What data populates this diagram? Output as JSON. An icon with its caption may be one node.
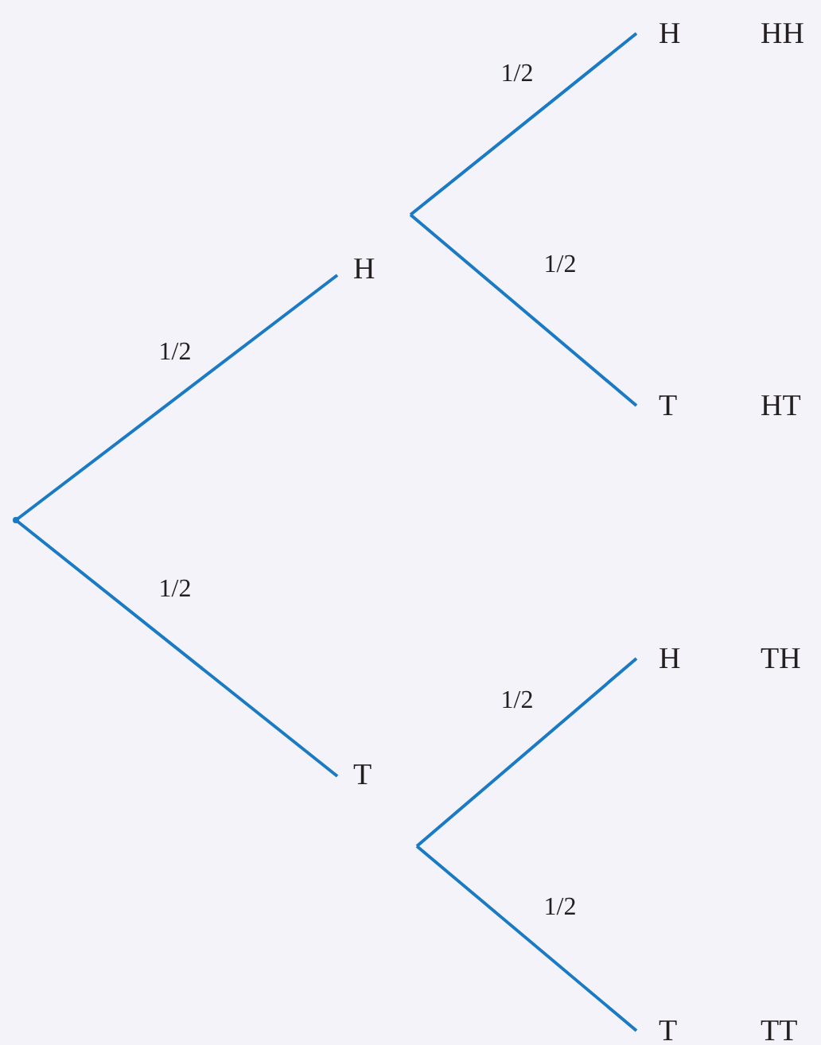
{
  "diagram": {
    "nodes": [
      {
        "text": [],
        "shape": "point"
      },
      {
        "text": [
          "H"
        ]
      },
      {
        "text": [
          "H"
        ],
        "beside": [
          "HH"
        ]
      },
      {
        "text": [
          "T"
        ],
        "beside": [
          "HT"
        ]
      },
      {
        "text": [
          "T"
        ]
      },
      {
        "text": [
          "H"
        ],
        "beside": [
          "TH"
        ]
      },
      {
        "text": [
          "T"
        ],
        "beside": [
          "TT"
        ]
      }
    ],
    "edges": [
      {
        "from": 0,
        "to": 1,
        "arrow": "none",
        "label": "1/2"
      },
      {
        "from": 1,
        "to": 2,
        "arrow": "none",
        "label": "1/2"
      },
      {
        "from": 1,
        "to": 3,
        "arrow": "none",
        "label": "1/2"
      },
      {
        "from": 0,
        "to": 4,
        "arrow": "none",
        "label": "1/2"
      },
      {
        "from": 4,
        "to": 5,
        "arrow": "none",
        "label": "1/2"
      },
      {
        "from": 4,
        "to": 6,
        "arrow": "none",
        "label": "1/2"
      }
    ]
  }
}
